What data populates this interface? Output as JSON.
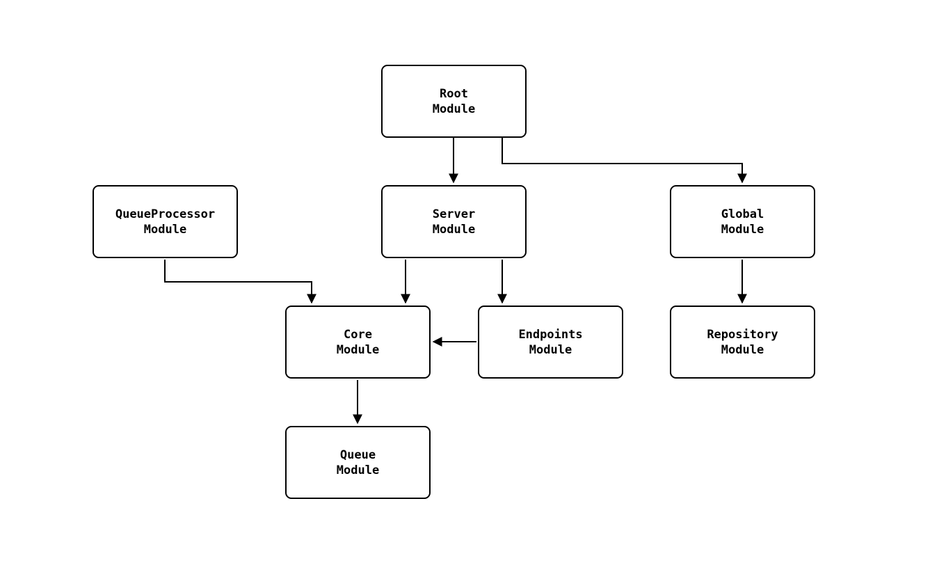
{
  "diagram": {
    "type": "module-dependency-graph",
    "background_color": "#ffffff",
    "node_fill_color": "#ffffff",
    "node_border_color": "#000000",
    "edge_color": "#000000",
    "nodes": [
      {
        "id": "root",
        "label": "Root\nModule"
      },
      {
        "id": "server",
        "label": "Server\nModule"
      },
      {
        "id": "global",
        "label": "Global\nModule"
      },
      {
        "id": "queueprocessor",
        "label": "QueueProcessor\nModule"
      },
      {
        "id": "core",
        "label": "Core\nModule"
      },
      {
        "id": "endpoints",
        "label": "Endpoints\nModule"
      },
      {
        "id": "repository",
        "label": "Repository\nModule"
      },
      {
        "id": "queue",
        "label": "Queue\nModule"
      }
    ],
    "edges": [
      {
        "from": "Root Module",
        "to": "Server Module"
      },
      {
        "from": "Root Module",
        "to": "Global Module"
      },
      {
        "from": "QueueProcessor Module",
        "to": "Core Module"
      },
      {
        "from": "Server Module",
        "to": "Core Module"
      },
      {
        "from": "Server Module",
        "to": "Endpoints Module"
      },
      {
        "from": "Endpoints Module",
        "to": "Core Module"
      },
      {
        "from": "Global Module",
        "to": "Repository Module"
      },
      {
        "from": "Core Module",
        "to": "Queue Module"
      }
    ]
  }
}
